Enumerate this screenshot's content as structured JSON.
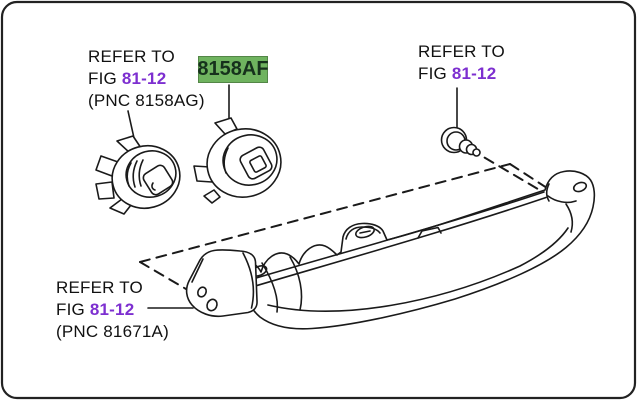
{
  "diagram": {
    "title": "rear lamp assembly parts diagram",
    "colors": {
      "background": "#ffffff",
      "line": "#1a1a1a",
      "fig_link": "#7d2fd0",
      "highlight_bg": "#6fb35f",
      "highlight_text": "#16311c"
    },
    "callouts": {
      "top_left": {
        "line1": "REFER TO",
        "fig_prefix": "FIG",
        "fig": "81-12",
        "pnc": "(PNC 8158AG)"
      },
      "top_right": {
        "line1": "REFER TO",
        "fig_prefix": "FIG",
        "fig": "81-12"
      },
      "bottom_left": {
        "line1": "REFER TO",
        "fig_prefix": "FIG",
        "fig": "81-12",
        "pnc": "(PNC 81671A)"
      },
      "highlighted_part": {
        "label": "8158AF"
      }
    },
    "parts": {
      "left_socket": "bulb socket (PNC 8158AG)",
      "right_socket": "bulb socket 8158AF (highlighted)",
      "screw": "mounting screw",
      "lamp": "lamp assembly (PNC 81671A)"
    }
  }
}
